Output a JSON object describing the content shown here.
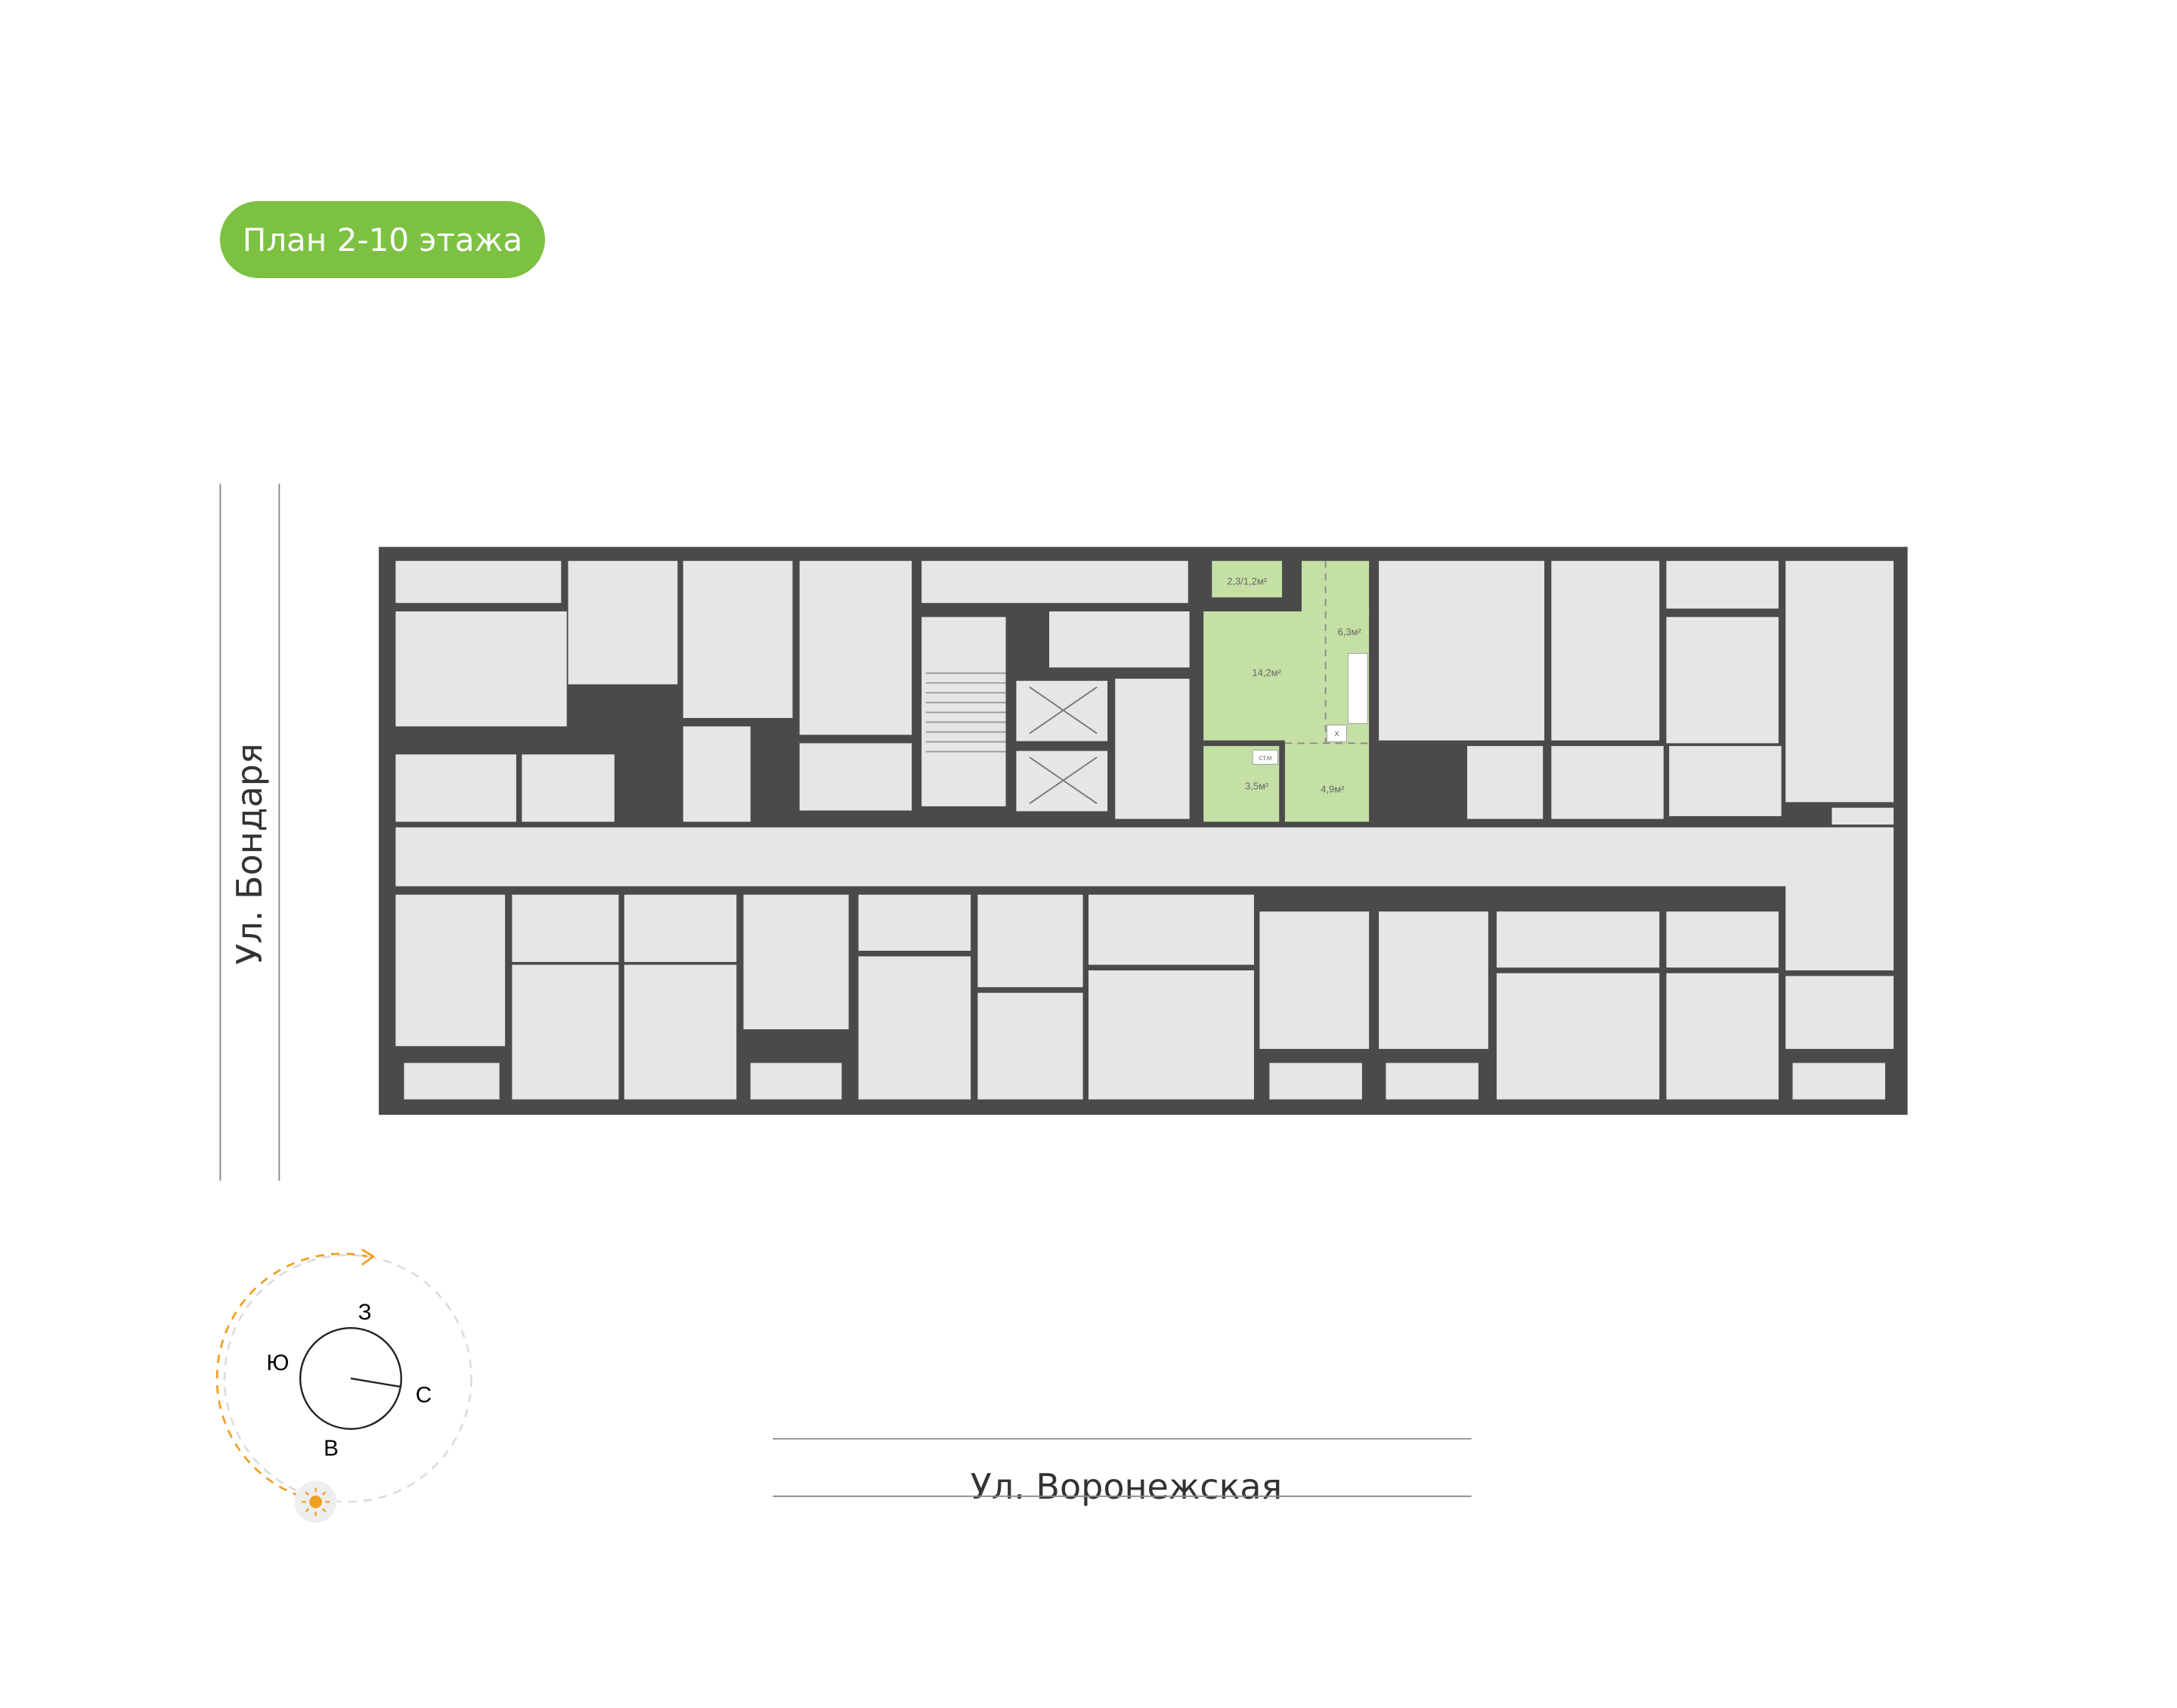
{
  "title": "План 2-10 этажа",
  "streets": {
    "left": "Ул. Бондаря",
    "bottom": "Ул. Воронежская"
  },
  "selected_apartment": {
    "rooms": [
      {
        "label": "2,3/1,2м²"
      },
      {
        "label": "14,2м²"
      },
      {
        "label": "6,3м²"
      },
      {
        "label": "3,5м²"
      },
      {
        "label": "4,9м²"
      }
    ],
    "fixture_label": "СТ.М",
    "fridge_label": "Х"
  },
  "compass": {
    "north": "С",
    "south": "Ю",
    "west": "З",
    "east": "В"
  },
  "colors": {
    "accent": "#7dc142",
    "selected": "#c5e0a5",
    "wall": "#4a4a4a",
    "room": "#e6e6e6",
    "sun": "#f0a020"
  }
}
